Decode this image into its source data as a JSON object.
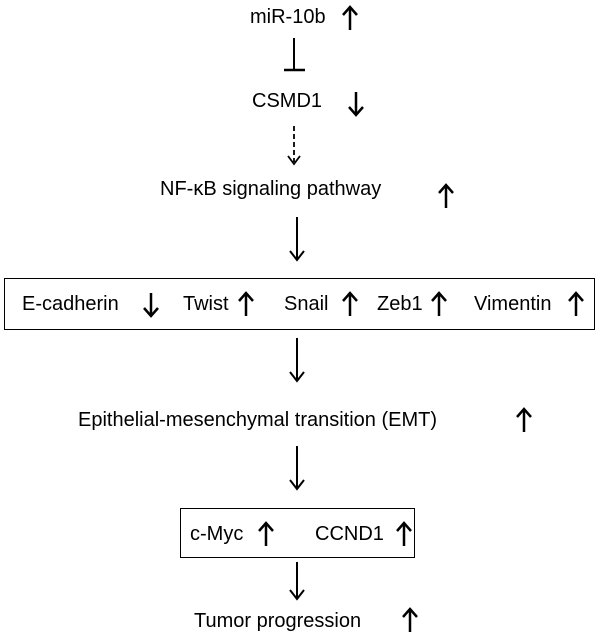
{
  "nodes": {
    "mirna": {
      "label": "miR-10b",
      "trend": "up"
    },
    "csmd1": {
      "label": "CSMD1",
      "trend": "down"
    },
    "nfkb": {
      "label": "NF-κB signaling pathway",
      "trend": "up"
    },
    "emt_markers": [
      {
        "label": "E-cadherin",
        "trend": "down"
      },
      {
        "label": "Twist",
        "trend": "up"
      },
      {
        "label": "Snail",
        "trend": "up"
      },
      {
        "label": "Zeb1",
        "trend": "up"
      },
      {
        "label": "Vimentin",
        "trend": "up"
      }
    ],
    "emt": {
      "label": "Epithelial-mesenchymal transition (EMT)",
      "trend": "up"
    },
    "targets": [
      {
        "label": "c-Myc",
        "trend": "up"
      },
      {
        "label": "CCND1",
        "trend": "up"
      }
    ],
    "tumor": {
      "label": "Tumor progression",
      "trend": "up"
    }
  },
  "connectors": [
    {
      "from": "mirna",
      "to": "csmd1",
      "type": "inhibition",
      "style": "solid"
    },
    {
      "from": "csmd1",
      "to": "nfkb",
      "type": "activation",
      "style": "dashed"
    },
    {
      "from": "nfkb",
      "to": "emt_markers",
      "type": "activation",
      "style": "solid"
    },
    {
      "from": "emt_markers",
      "to": "emt",
      "type": "activation",
      "style": "solid"
    },
    {
      "from": "emt",
      "to": "targets",
      "type": "activation",
      "style": "solid"
    },
    {
      "from": "targets",
      "to": "tumor",
      "type": "activation",
      "style": "solid"
    }
  ]
}
